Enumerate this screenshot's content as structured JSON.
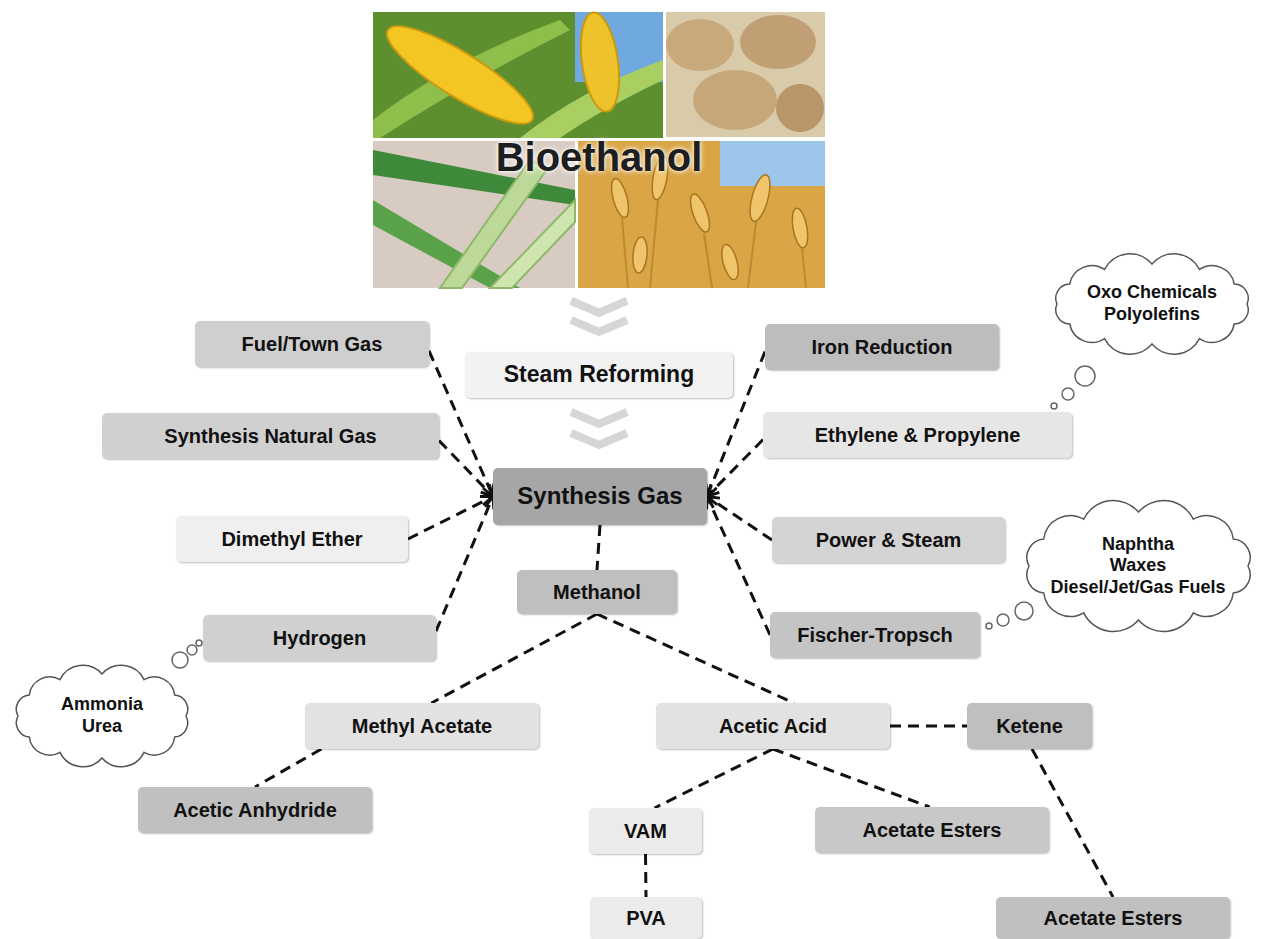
{
  "diagram": {
    "nodes": [
      {
        "text": [
          "Bioethanol"
        ]
      },
      {
        "text": [
          "Steam Reforming"
        ]
      },
      {
        "text": [
          "Fuel/Town Gas"
        ]
      },
      {
        "text": [
          "Iron Reduction"
        ]
      },
      {
        "text": [
          "Oxo Chemicals",
          "Polyolefins"
        ]
      },
      {
        "text": [
          "Synthesis Natural Gas"
        ]
      },
      {
        "text": [
          "Ethylene & Propylene"
        ]
      },
      {
        "text": [
          "Synthesis Gas"
        ]
      },
      {
        "text": [
          "Dimethyl Ether"
        ]
      },
      {
        "text": [
          "Power & Steam"
        ]
      },
      {
        "text": [
          "Methanol"
        ]
      },
      {
        "text": [
          "Naphtha",
          "Waxes",
          "Diesel/Jet/Gas Fuels"
        ]
      },
      {
        "text": [
          "Hydrogen"
        ]
      },
      {
        "text": [
          "Fischer-Tropsch"
        ]
      },
      {
        "text": [
          "Ammonia",
          "Urea"
        ]
      },
      {
        "text": [
          "Methyl Acetate"
        ]
      },
      {
        "text": [
          "Acetic Acid"
        ]
      },
      {
        "text": [
          "Ketene"
        ]
      },
      {
        "text": [
          "Acetic Anhydride"
        ]
      },
      {
        "text": [
          "VAM"
        ]
      },
      {
        "text": [
          "Acetate Esters"
        ]
      },
      {
        "text": [
          "PVA"
        ]
      },
      {
        "text": [
          "Acetate Esters"
        ]
      }
    ],
    "edges": [
      {
        "from": 0,
        "to": 1,
        "arrow": "to"
      },
      {
        "from": 1,
        "to": 7,
        "arrow": "to"
      },
      {
        "from": 2,
        "to": 7,
        "arrow": "to"
      },
      {
        "from": 5,
        "to": 7,
        "arrow": "to"
      },
      {
        "from": 8,
        "to": 7,
        "arrow": "to"
      },
      {
        "from": 12,
        "to": 7,
        "arrow": "to"
      },
      {
        "from": 3,
        "to": 7,
        "arrow": "to"
      },
      {
        "from": 6,
        "to": 7,
        "arrow": "to"
      },
      {
        "from": 9,
        "to": 7,
        "arrow": "to"
      },
      {
        "from": 13,
        "to": 7,
        "arrow": "to"
      },
      {
        "from": 7,
        "to": 10,
        "arrow": "none"
      },
      {
        "from": 10,
        "to": 15,
        "arrow": "none"
      },
      {
        "from": 10,
        "to": 16,
        "arrow": "none"
      },
      {
        "from": 15,
        "to": 18,
        "arrow": "none"
      },
      {
        "from": 16,
        "to": 17,
        "arrow": "none"
      },
      {
        "from": 16,
        "to": 19,
        "arrow": "none"
      },
      {
        "from": 16,
        "to": 20,
        "arrow": "none"
      },
      {
        "from": 19,
        "to": 21,
        "arrow": "none"
      },
      {
        "from": 17,
        "to": 22,
        "arrow": "none"
      }
    ]
  }
}
